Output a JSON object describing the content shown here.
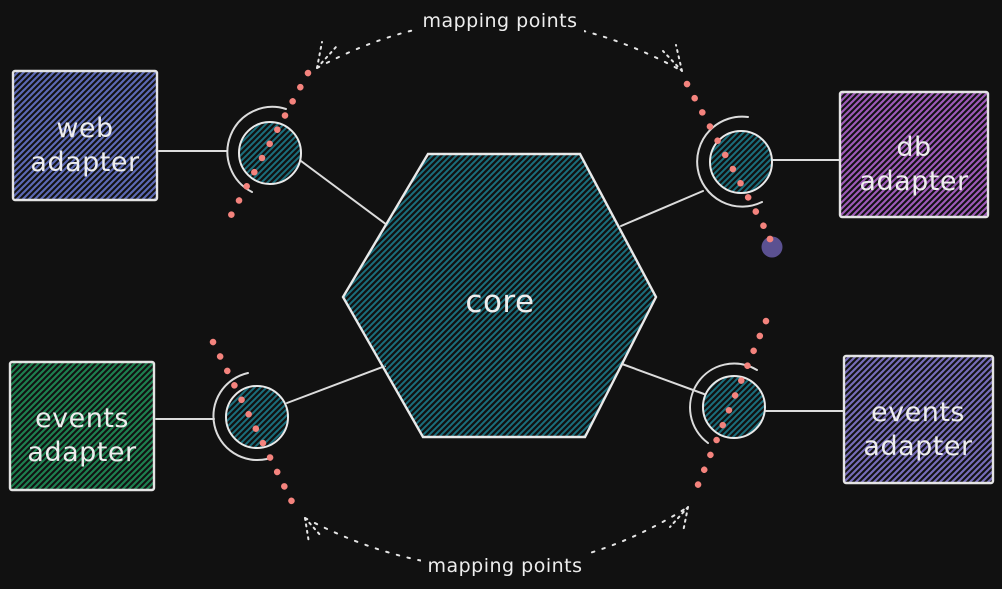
{
  "canvas": {
    "background": "#111111"
  },
  "nodes": {
    "core": {
      "label": "core",
      "shape": "hexagon",
      "hatch_color": "#1a6e7c"
    },
    "web_adapter": {
      "label": "web adapter",
      "hatch_color": "#5c69b4"
    },
    "db_adapter": {
      "label": "db adapter",
      "hatch_color": "#9e5ab8"
    },
    "events_adapter_left": {
      "label": "events adapter",
      "hatch_color": "#1d7f4f"
    },
    "events_adapter_right": {
      "label": "events adapter",
      "hatch_color": "#766cb8"
    }
  },
  "ports": {
    "hatch_color": "#1a6e7c",
    "ring_color": "#e4e4e4",
    "count": 4
  },
  "annotations": {
    "mapping_points_top": {
      "label": "mapping points"
    },
    "mapping_points_bottom": {
      "label": "mapping points"
    }
  },
  "colors": {
    "outline": "#e4e4e4",
    "text": "#ededed",
    "mapping_dotted_line": "#f4837d",
    "marker_dot": "#5b5191",
    "background": "#111111"
  }
}
